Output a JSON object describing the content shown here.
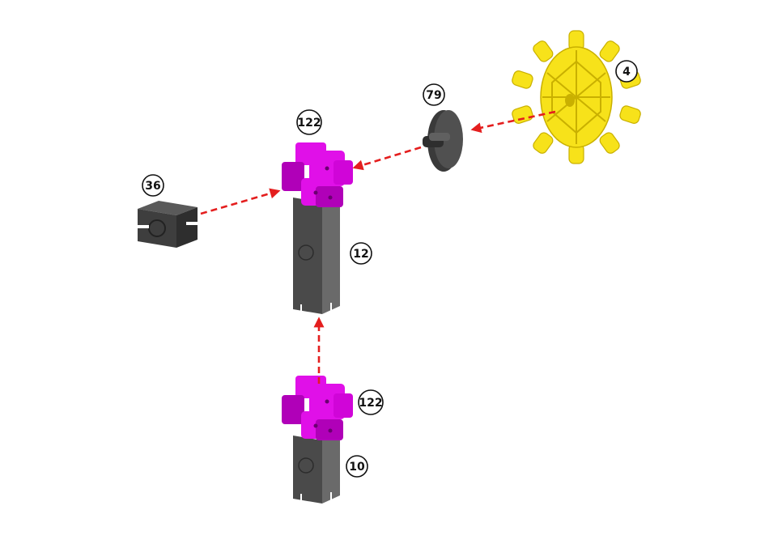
{
  "colors": {
    "connector": "#e010e8",
    "connector_dark": "#b000b8",
    "gear": "#f7e21a",
    "gear_dark": "#c9b000",
    "rod": "#4a4a4a",
    "rod_light": "#6a6a6a",
    "block": "#3e3e3e",
    "arrow": "#e41e1e"
  },
  "parts": {
    "gear": {
      "label": "4"
    },
    "washer": {
      "label": "79"
    },
    "top_connector": {
      "label": "122"
    },
    "block": {
      "label": "36"
    },
    "long_rod": {
      "label": "12"
    },
    "bottom_connector": {
      "label": "122"
    },
    "short_rod": {
      "label": "10"
    }
  }
}
